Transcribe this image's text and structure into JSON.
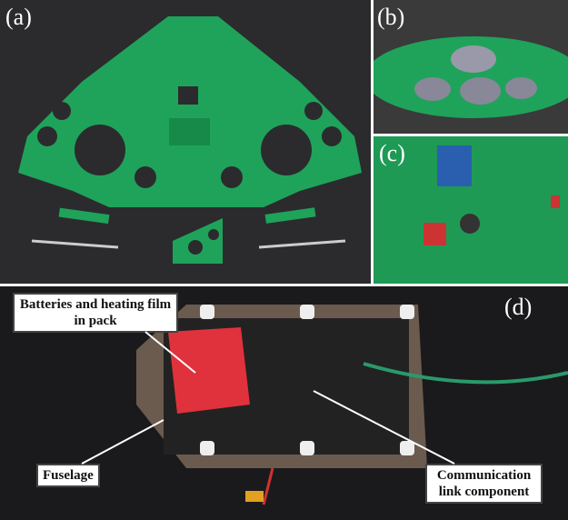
{
  "panels": {
    "a": {
      "label": "(a)"
    },
    "b": {
      "label": "(b)"
    },
    "c": {
      "label": "(c)"
    },
    "d": {
      "label": "(d)"
    }
  },
  "callouts": {
    "batteries": "Batteries and heating film in pack",
    "fuselage": "Fuselage",
    "communication": "Communication link component"
  }
}
